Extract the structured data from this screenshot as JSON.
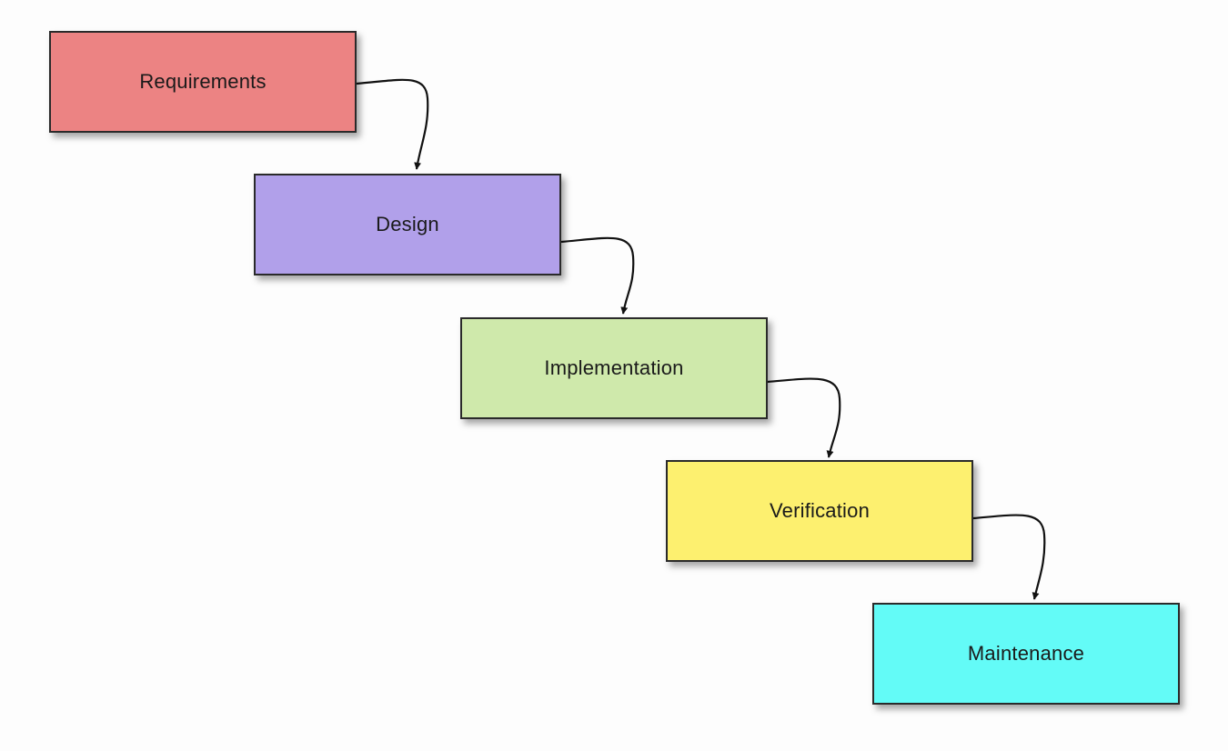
{
  "diagram": {
    "stages": [
      {
        "label": "Requirements",
        "color": "#ec8383"
      },
      {
        "label": "Design",
        "color": "#b1a0ea"
      },
      {
        "label": "Implementation",
        "color": "#cfe9ab"
      },
      {
        "label": "Verification",
        "color": "#fdf06f"
      },
      {
        "label": "Maintenance",
        "color": "#63fbf7"
      }
    ],
    "connector_color": "#111111"
  }
}
